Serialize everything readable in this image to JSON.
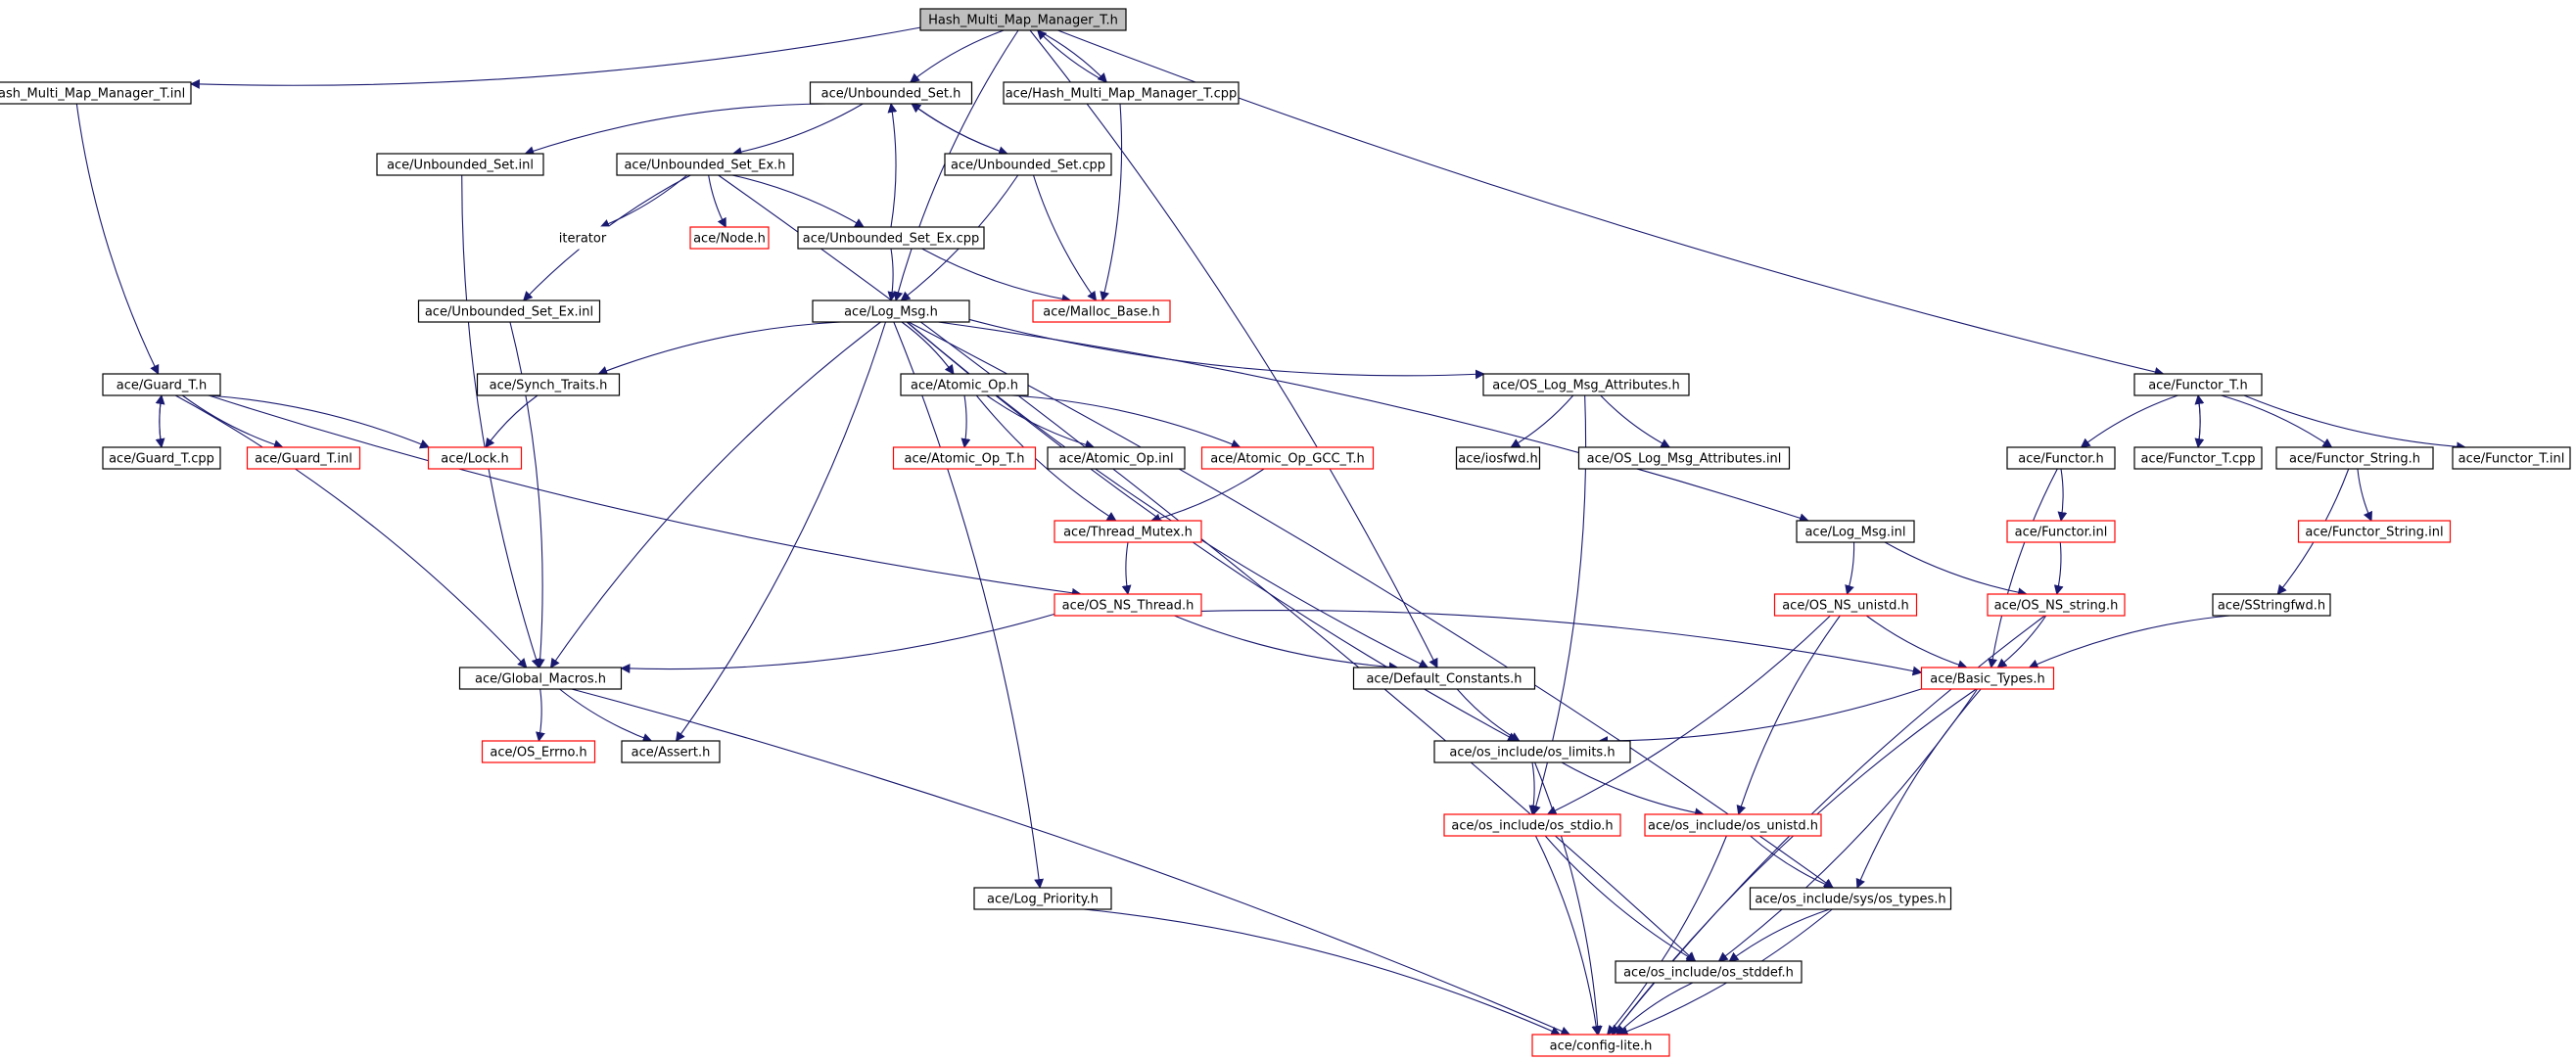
{
  "graph": {
    "nodes": [
      {
        "id": "root",
        "label": "Hash_Multi_Map_Manager_T.h",
        "style": "root"
      },
      {
        "id": "hmmmt_inl",
        "label": "ace/Hash_Multi_Map_Manager_T.inl",
        "style": "black"
      },
      {
        "id": "unb_set_h",
        "label": "ace/Unbounded_Set.h",
        "style": "black"
      },
      {
        "id": "hmmmt_cpp",
        "label": "ace/Hash_Multi_Map_Manager_T.cpp",
        "style": "black"
      },
      {
        "id": "unb_set_inl",
        "label": "ace/Unbounded_Set.inl",
        "style": "black"
      },
      {
        "id": "unb_set_ex_h",
        "label": "ace/Unbounded_Set_Ex.h",
        "style": "black"
      },
      {
        "id": "unb_set_cpp",
        "label": "ace/Unbounded_Set.cpp",
        "style": "black"
      },
      {
        "id": "iterator",
        "label": "iterator",
        "style": "none"
      },
      {
        "id": "node_h",
        "label": "ace/Node.h",
        "style": "red"
      },
      {
        "id": "unb_set_ex_cpp",
        "label": "ace/Unbounded_Set_Ex.cpp",
        "style": "black"
      },
      {
        "id": "unb_set_ex_inl",
        "label": "ace/Unbounded_Set_Ex.inl",
        "style": "black"
      },
      {
        "id": "log_msg_h",
        "label": "ace/Log_Msg.h",
        "style": "black"
      },
      {
        "id": "malloc_base",
        "label": "ace/Malloc_Base.h",
        "style": "red"
      },
      {
        "id": "guard_t_h",
        "label": "ace/Guard_T.h",
        "style": "black"
      },
      {
        "id": "synch_traits",
        "label": "ace/Synch_Traits.h",
        "style": "black"
      },
      {
        "id": "atomic_op_h",
        "label": "ace/Atomic_Op.h",
        "style": "black"
      },
      {
        "id": "os_log_attr_h",
        "label": "ace/OS_Log_Msg_Attributes.h",
        "style": "black"
      },
      {
        "id": "functor_t_h",
        "label": "ace/Functor_T.h",
        "style": "black"
      },
      {
        "id": "guard_t_cpp",
        "label": "ace/Guard_T.cpp",
        "style": "black"
      },
      {
        "id": "guard_t_inl",
        "label": "ace/Guard_T.inl",
        "style": "red"
      },
      {
        "id": "lock_h",
        "label": "ace/Lock.h",
        "style": "red"
      },
      {
        "id": "atomic_op_t",
        "label": "ace/Atomic_Op_T.h",
        "style": "red"
      },
      {
        "id": "atomic_op_inl",
        "label": "ace/Atomic_Op.inl",
        "style": "black"
      },
      {
        "id": "atomic_op_gcc",
        "label": "ace/Atomic_Op_GCC_T.h",
        "style": "red"
      },
      {
        "id": "iosfwd",
        "label": "ace/iosfwd.h",
        "style": "black"
      },
      {
        "id": "os_log_attr_inl",
        "label": "ace/OS_Log_Msg_Attributes.inl",
        "style": "black"
      },
      {
        "id": "functor_h",
        "label": "ace/Functor.h",
        "style": "black"
      },
      {
        "id": "functor_t_cpp",
        "label": "ace/Functor_T.cpp",
        "style": "black"
      },
      {
        "id": "functor_string_h",
        "label": "ace/Functor_String.h",
        "style": "black"
      },
      {
        "id": "functor_t_inl",
        "label": "ace/Functor_T.inl",
        "style": "black"
      },
      {
        "id": "thread_mutex",
        "label": "ace/Thread_Mutex.h",
        "style": "red"
      },
      {
        "id": "log_msg_inl",
        "label": "ace/Log_Msg.inl",
        "style": "black"
      },
      {
        "id": "functor_inl",
        "label": "ace/Functor.inl",
        "style": "red"
      },
      {
        "id": "functor_string_inl",
        "label": "ace/Functor_String.inl",
        "style": "red"
      },
      {
        "id": "os_ns_thread",
        "label": "ace/OS_NS_Thread.h",
        "style": "red"
      },
      {
        "id": "os_ns_unistd",
        "label": "ace/OS_NS_unistd.h",
        "style": "red"
      },
      {
        "id": "os_ns_string",
        "label": "ace/OS_NS_string.h",
        "style": "red"
      },
      {
        "id": "sstringfwd",
        "label": "ace/SStringfwd.h",
        "style": "black"
      },
      {
        "id": "global_macros",
        "label": "ace/Global_Macros.h",
        "style": "black"
      },
      {
        "id": "default_const",
        "label": "ace/Default_Constants.h",
        "style": "black"
      },
      {
        "id": "basic_types",
        "label": "ace/Basic_Types.h",
        "style": "red"
      },
      {
        "id": "os_errno",
        "label": "ace/OS_Errno.h",
        "style": "red"
      },
      {
        "id": "assert_h",
        "label": "ace/Assert.h",
        "style": "black"
      },
      {
        "id": "os_limits",
        "label": "ace/os_include/os_limits.h",
        "style": "black"
      },
      {
        "id": "os_stdio",
        "label": "ace/os_include/os_stdio.h",
        "style": "red"
      },
      {
        "id": "os_unistd",
        "label": "ace/os_include/os_unistd.h",
        "style": "red"
      },
      {
        "id": "log_priority",
        "label": "ace/Log_Priority.h",
        "style": "black"
      },
      {
        "id": "sys_types",
        "label": "ace/os_include/sys/os_types.h",
        "style": "black"
      },
      {
        "id": "os_stddef",
        "label": "ace/os_include/os_stddef.h",
        "style": "black"
      },
      {
        "id": "config_lite",
        "label": "ace/config-lite.h",
        "style": "red"
      }
    ],
    "edges": [
      [
        "root",
        "hmmmt_inl"
      ],
      [
        "root",
        "unb_set_h"
      ],
      [
        "root",
        "hmmmt_cpp"
      ],
      [
        "root",
        "log_msg_h"
      ],
      [
        "root",
        "default_const"
      ],
      [
        "root",
        "functor_t_h"
      ],
      [
        "hmmmt_cpp",
        "root"
      ],
      [
        "hmmmt_inl",
        "guard_t_h"
      ],
      [
        "hmmmt_cpp",
        "malloc_base"
      ],
      [
        "unb_set_h",
        "unb_set_inl"
      ],
      [
        "unb_set_h",
        "unb_set_ex_h"
      ],
      [
        "unb_set_h",
        "unb_set_cpp"
      ],
      [
        "unb_set_cpp",
        "unb_set_h"
      ],
      [
        "unb_set_cpp",
        "malloc_base"
      ],
      [
        "unb_set_cpp",
        "log_msg_h"
      ],
      [
        "unb_set_inl",
        "global_macros"
      ],
      [
        "unb_set_ex_h",
        "iterator"
      ],
      [
        "unb_set_ex_h",
        "node_h"
      ],
      [
        "unb_set_ex_h",
        "unb_set_ex_cpp"
      ],
      [
        "unb_set_ex_h",
        "unb_set_ex_inl"
      ],
      [
        "unb_set_ex_h",
        "os_stddef"
      ],
      [
        "unb_set_ex_cpp",
        "unb_set_h"
      ],
      [
        "unb_set_ex_cpp",
        "log_msg_h"
      ],
      [
        "unb_set_ex_cpp",
        "malloc_base"
      ],
      [
        "unb_set_ex_inl",
        "global_macros"
      ],
      [
        "log_msg_h",
        "synch_traits"
      ],
      [
        "log_msg_h",
        "atomic_op_h"
      ],
      [
        "log_msg_h",
        "os_log_attr_h"
      ],
      [
        "log_msg_h",
        "log_msg_inl"
      ],
      [
        "log_msg_h",
        "global_macros"
      ],
      [
        "log_msg_h",
        "assert_h"
      ],
      [
        "log_msg_h",
        "default_const"
      ],
      [
        "log_msg_h",
        "log_priority"
      ],
      [
        "log_msg_h",
        "os_limits"
      ],
      [
        "log_msg_h",
        "sys_types"
      ],
      [
        "guard_t_h",
        "guard_t_cpp"
      ],
      [
        "guard_t_cpp",
        "guard_t_h"
      ],
      [
        "guard_t_h",
        "guard_t_inl"
      ],
      [
        "guard_t_h",
        "lock_h"
      ],
      [
        "guard_t_h",
        "os_ns_thread"
      ],
      [
        "guard_t_h",
        "global_macros"
      ],
      [
        "synch_traits",
        "lock_h"
      ],
      [
        "atomic_op_h",
        "atomic_op_t"
      ],
      [
        "atomic_op_h",
        "atomic_op_inl"
      ],
      [
        "atomic_op_h",
        "atomic_op_gcc"
      ],
      [
        "atomic_op_h",
        "thread_mutex"
      ],
      [
        "atomic_op_gcc",
        "thread_mutex"
      ],
      [
        "thread_mutex",
        "os_ns_thread"
      ],
      [
        "os_log_attr_h",
        "iosfwd"
      ],
      [
        "os_log_attr_h",
        "os_log_attr_inl"
      ],
      [
        "os_log_attr_h",
        "os_stdio"
      ],
      [
        "functor_t_h",
        "functor_h"
      ],
      [
        "functor_t_h",
        "functor_t_cpp"
      ],
      [
        "functor_t_cpp",
        "functor_t_h"
      ],
      [
        "functor_t_h",
        "functor_string_h"
      ],
      [
        "functor_t_h",
        "functor_t_inl"
      ],
      [
        "functor_h",
        "functor_inl"
      ],
      [
        "functor_h",
        "basic_types"
      ],
      [
        "functor_inl",
        "os_ns_string"
      ],
      [
        "functor_string_h",
        "functor_string_inl"
      ],
      [
        "functor_string_h",
        "sstringfwd"
      ],
      [
        "sstringfwd",
        "basic_types"
      ],
      [
        "log_msg_inl",
        "os_ns_unistd"
      ],
      [
        "log_msg_inl",
        "os_ns_string"
      ],
      [
        "os_ns_thread",
        "global_macros"
      ],
      [
        "os_ns_thread",
        "default_const"
      ],
      [
        "os_ns_thread",
        "basic_types"
      ],
      [
        "os_ns_unistd",
        "basic_types"
      ],
      [
        "os_ns_unistd",
        "os_stdio"
      ],
      [
        "os_ns_unistd",
        "os_unistd"
      ],
      [
        "os_ns_string",
        "basic_types"
      ],
      [
        "os_ns_string",
        "config_lite"
      ],
      [
        "global_macros",
        "os_errno"
      ],
      [
        "global_macros",
        "assert_h"
      ],
      [
        "global_macros",
        "config_lite"
      ],
      [
        "default_const",
        "os_limits"
      ],
      [
        "basic_types",
        "os_limits"
      ],
      [
        "basic_types",
        "sys_types"
      ],
      [
        "basic_types",
        "os_stddef"
      ],
      [
        "basic_types",
        "config_lite"
      ],
      [
        "os_limits",
        "os_stdio"
      ],
      [
        "os_limits",
        "os_unistd"
      ],
      [
        "os_limits",
        "config_lite"
      ],
      [
        "os_stdio",
        "os_stddef"
      ],
      [
        "os_stdio",
        "config_lite"
      ],
      [
        "os_unistd",
        "sys_types"
      ],
      [
        "os_unistd",
        "config_lite"
      ],
      [
        "sys_types",
        "os_stddef"
      ],
      [
        "sys_types",
        "config_lite"
      ],
      [
        "os_stddef",
        "config_lite"
      ],
      [
        "log_priority",
        "config_lite"
      ]
    ]
  }
}
